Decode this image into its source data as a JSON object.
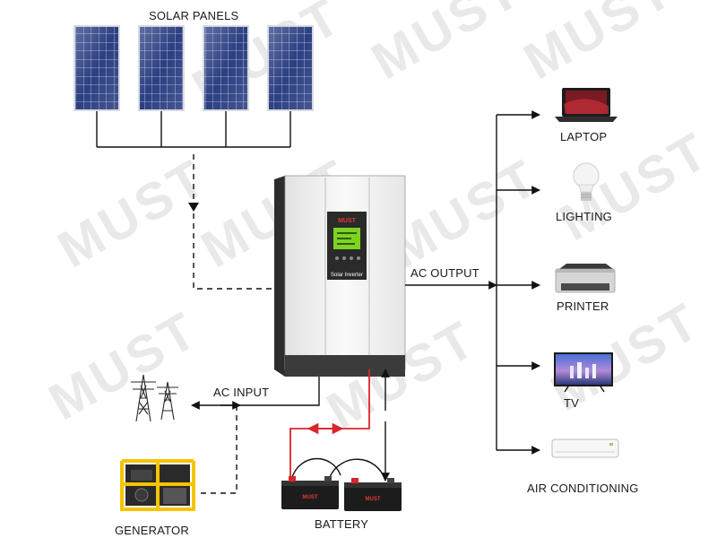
{
  "watermark": "MUST",
  "labels": {
    "solar_panels": "SOLAR PANELS",
    "ac_output": "AC OUTPUT",
    "ac_input": "AC INPUT",
    "generator": "GENERATOR",
    "battery": "BATTERY",
    "laptop": "LAPTOP",
    "lighting": "LIGHTING",
    "printer": "PRINTER",
    "tv": "TV",
    "air_conditioning": "AIR CONDITIONING"
  },
  "inverter": {
    "brand": "MUST",
    "name": "Solar Inverter"
  },
  "battery_brand": "MUST",
  "colors": {
    "line": "#111111",
    "battery_positive": "#d9262c",
    "panel_cell": "#2c3f82",
    "inverter_body": "#f1f1f1",
    "inverter_dark": "#3b3b3b",
    "lcd": "#7ed321",
    "generator_frame": "#f5c400"
  }
}
